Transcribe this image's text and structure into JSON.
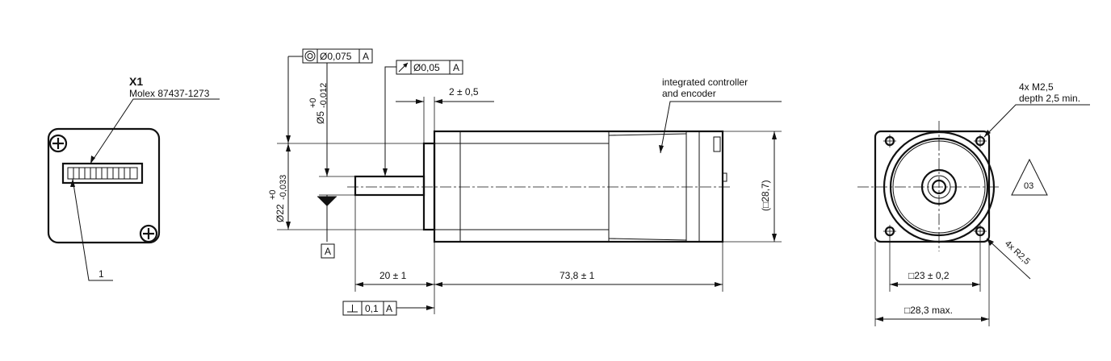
{
  "connector": {
    "designator": "X1",
    "part_number": "Molex 87437-1273",
    "pin_label": "1"
  },
  "tolerances": {
    "concentricity": {
      "symbol": "concentricity-symbol",
      "value": "Ø0,075",
      "datum": "A"
    },
    "runout": {
      "symbol": "runout-arrow-symbol",
      "value": "Ø0,05",
      "datum": "A"
    },
    "perpendicularity": {
      "symbol": "perpendicularity-symbol",
      "value": "0,1",
      "datum": "A"
    },
    "datum_label": "A"
  },
  "dimensions": {
    "shaft_diameter": {
      "base": "Ø5",
      "upper": "+0",
      "lower": "-0,012"
    },
    "flange_diameter": {
      "base": "Ø22",
      "upper": "+0",
      "lower": "-0,033"
    },
    "flange_thickness": "2 ± 0,5",
    "shaft_length": "20 ± 1",
    "body_length": "73,8 ± 1",
    "body_height": "(□28,7)",
    "hole_spacing": "□23 ± 0,2",
    "body_width": "□28,3 max.",
    "corner_radius": "4x R2,5",
    "thread_spec": {
      "line1": "4x M2,5",
      "line2": "depth 2,5 min."
    }
  },
  "notes": {
    "controller": {
      "line1": "integrated controller",
      "line2": "and encoder"
    },
    "revision": "03"
  }
}
